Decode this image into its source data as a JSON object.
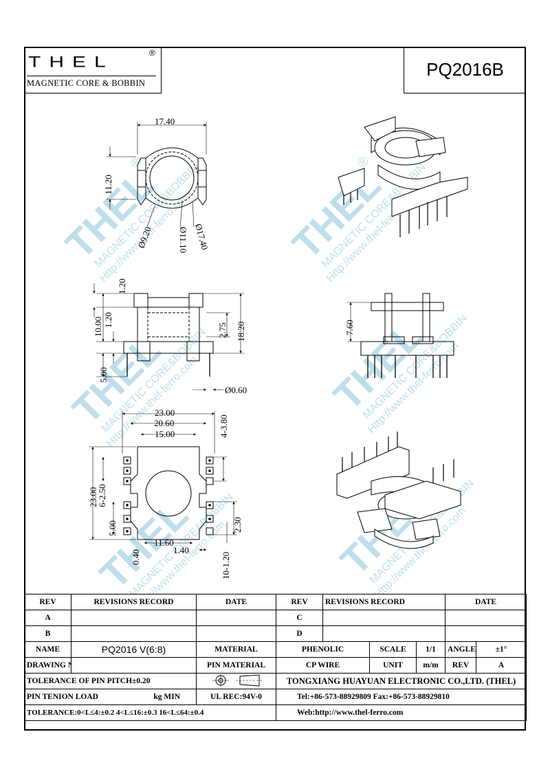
{
  "header": {
    "logo_text": "THEL",
    "logo_reg": "®",
    "logo_subtitle": "MAGNETIC CORE & BOBBIN",
    "part_number": "PQ2016B"
  },
  "watermark": {
    "brand": "THEL",
    "line1": "MAGNETIC CORE&BOBBIN",
    "line2": "Http://www.thel-ferro.com",
    "reg": "®"
  },
  "dimensions": {
    "top_width": "17.40",
    "top_height": "11.20",
    "dia_inner": "Ø9.20",
    "dia_mid": "Ø11.10",
    "dia_outer": "Ø17.40",
    "side_flange": "1.20",
    "side_height": "10.00",
    "side_flange2": "1.20",
    "side_pin": "5.00",
    "side_inner": "2.75",
    "side_total": "18.20",
    "pin_dia": "Ø0.60",
    "right_height": "7.60",
    "bot_w1": "23.00",
    "bot_w2": "20.60",
    "bot_w3": "15.00",
    "bot_r1": "4-3.80",
    "bot_h1": "23.00",
    "bot_h2": "6-2.50",
    "bot_h3": "5.00",
    "bot_w4": "11.60",
    "bot_w5": "1.40",
    "bot_h4": "0.40",
    "bot_r2": "2.30",
    "bot_r3": "10-1.20"
  },
  "title_block": {
    "rev": "REV",
    "revisions_record": "REVISIONS RECORD",
    "date": "DATE",
    "rev_a": "A",
    "rev_b": "B",
    "rev_c": "C",
    "rev_d": "D",
    "name_label": "NAME",
    "name_value": "PQ2016 V(6:8)",
    "material_label": "MATERIAL",
    "material_value": "PHENOLIC",
    "scale_label": "SCALE",
    "scale_value": "1/1",
    "angle_label": "ANGLE",
    "angle_value": "±1°",
    "drawing_no_label": "DRAWING NO",
    "pin_material_label": "PIN MATERIAL",
    "pin_material_value": "CP WIRE",
    "unit_label": "UNIT",
    "unit_value": "m/m",
    "rev_label2": "REV",
    "rev_value": "A",
    "tolerance_pitch": "TOLERANCE OF PIN PITCH±0.20",
    "company": "TONGXIANG HUAYUAN ELECTRONIC CO.,LTD. (THEL)",
    "pin_tension_label": "PIN TENION LOAD",
    "pin_tension_unit": "kg MIN",
    "ul_rec": "UL REC:94V-0",
    "tel": "Tel:+86-573-88929809 Fax:+86-573-88929810",
    "tolerance_general": "TOLERANCE:0<L≤4:±0.2  4<L≤16:±0.3  16<L≤64:±0.4",
    "web": "Web:http://www.thel-ferro.com"
  }
}
